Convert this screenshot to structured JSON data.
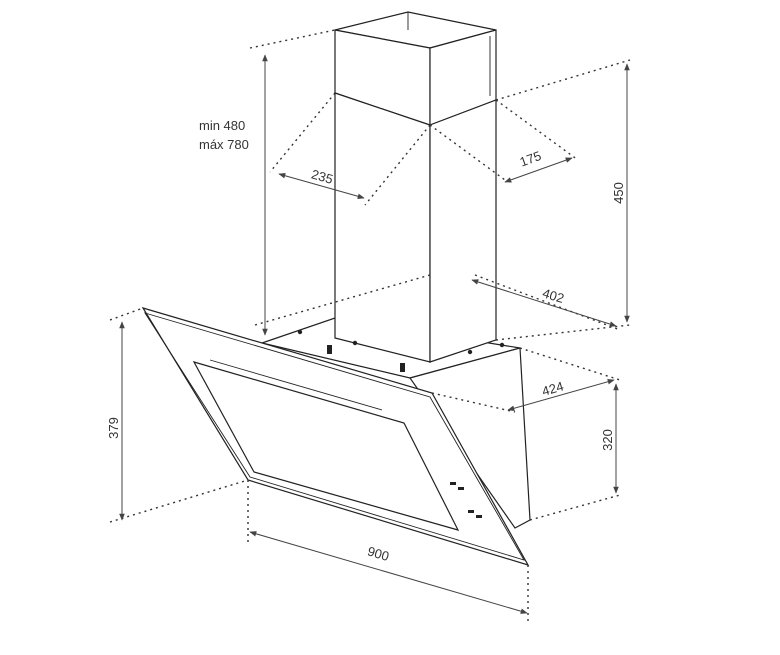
{
  "diagram": {
    "height_range": {
      "min_label": "min 480",
      "max_label": "máx 780"
    },
    "dimensions": {
      "chimney_width": "235",
      "chimney_depth": "175",
      "chimney_height": "450",
      "chimney_base_depth": "402",
      "body_depth": "424",
      "body_height": "320",
      "panel_height": "379",
      "total_width": "900"
    },
    "colors": {
      "line": "#222222",
      "dimension": "#444444",
      "background": "#ffffff"
    }
  }
}
